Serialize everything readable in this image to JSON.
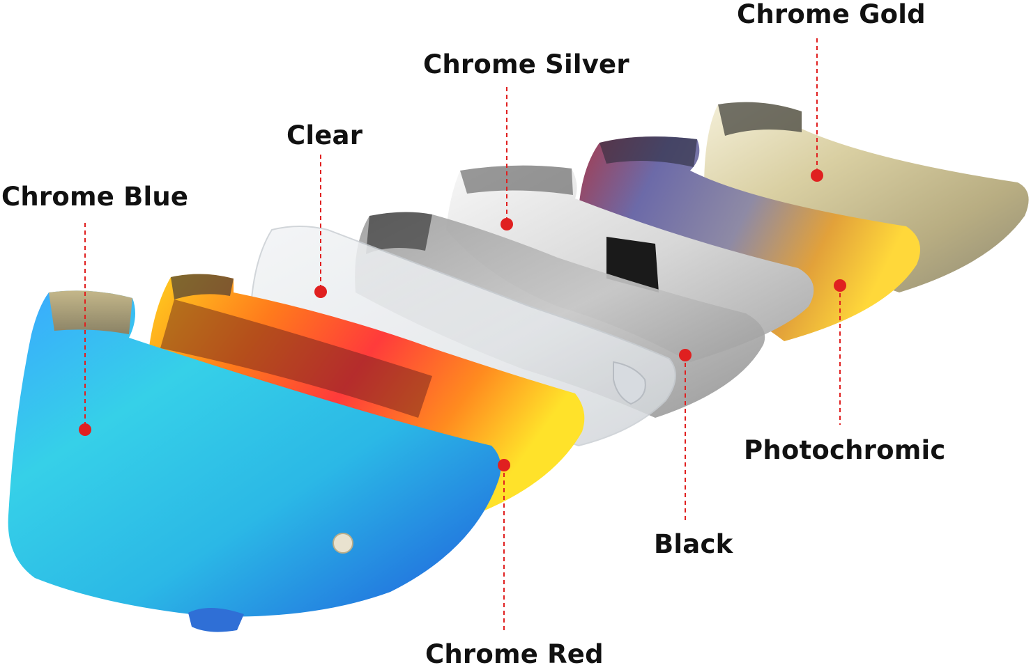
{
  "labels": {
    "chrome_gold": "Chrome Gold",
    "chrome_silver": "Chrome Silver",
    "clear": "Clear",
    "chrome_blue": "Chrome Blue",
    "photochromic": "Photochromic",
    "black": "Black",
    "chrome_red": "Chrome Red"
  },
  "colors": {
    "callout_line": "#e02020",
    "label_text": "#111111",
    "background": "#ffffff"
  }
}
